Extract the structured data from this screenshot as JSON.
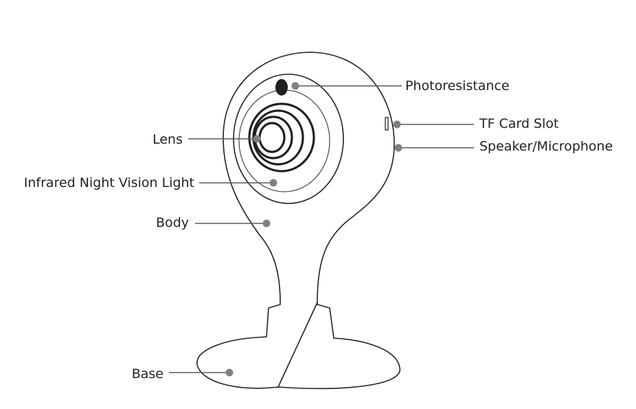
{
  "labels": {
    "photoresistance": "Photoresistance",
    "tf_card_slot": "TF Card Slot",
    "speaker_microphone": "Speaker/Microphone",
    "lens": "Lens",
    "infrared_light": "Infrared Night Vision Light",
    "body": "Body",
    "base": "Base"
  },
  "colors": {
    "line": "#231f20",
    "leader_dot": "#808080"
  }
}
